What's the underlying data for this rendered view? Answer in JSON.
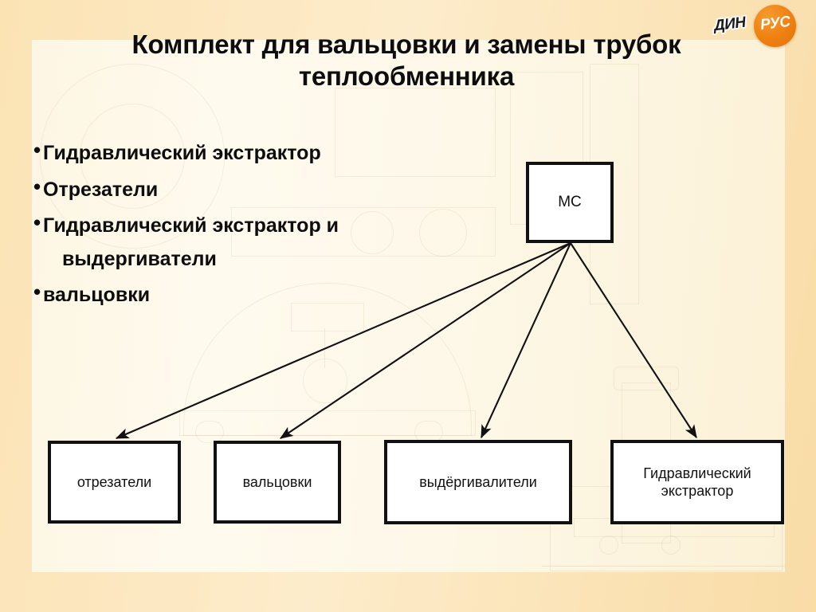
{
  "slide": {
    "title": "Комплект для вальцовки и замены трубок теплообменника",
    "background_color": "#fbe3b4",
    "panel_color": "#fdf6e3"
  },
  "logo": {
    "name": "ДИНРУС",
    "text_black": "ДИН",
    "text_white": "РУС",
    "circle_color": "#ef8010"
  },
  "bullets": [
    {
      "marker": "•",
      "text": "Гидравлический экстрактор"
    },
    {
      "marker": "•",
      "text": "Отрезатели"
    },
    {
      "marker": "•",
      "text": "Гидравлический экстрактор и",
      "continuation": "выдергиватели"
    },
    {
      "marker": "•",
      "text": "вальцовки"
    }
  ],
  "diagram": {
    "root": {
      "label": "МС"
    },
    "children": [
      {
        "id": "otrezateli",
        "label": "отрезатели"
      },
      {
        "id": "valtsovki",
        "label": "вальцовки"
      },
      {
        "id": "vydergivaliteli",
        "label": "выдёргивалители"
      },
      {
        "id": "gidravlicheskiy-ekstraktor",
        "label": "Гидравлический экстрактор"
      }
    ],
    "edge_color": "#111111",
    "node_border_color": "#111111",
    "node_fill_color": "#ffffff"
  }
}
